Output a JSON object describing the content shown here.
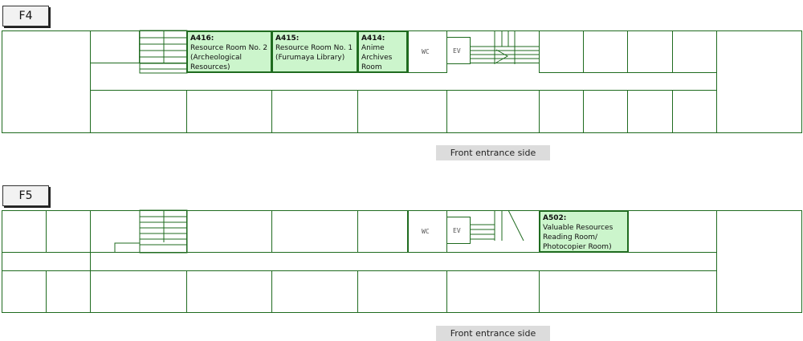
{
  "floors": [
    {
      "label": "F4",
      "wc": "WC",
      "ev": "EV",
      "entrance": "Front entrance side",
      "rooms": [
        {
          "code": "A416",
          "name": "Resource Room No. 2 (Archeological Resources)"
        },
        {
          "code": "A415",
          "name": "Resource Room No. 1 (Furumaya Library)"
        },
        {
          "code": "A414",
          "name": "Anime Archives Room"
        }
      ]
    },
    {
      "label": "F5",
      "wc": "WC",
      "ev": "EV",
      "entrance": "Front entrance side",
      "rooms": [
        {
          "code": "A502",
          "name": "Valuable Resources Reading Room/ Photocopier Room)"
        }
      ]
    }
  ],
  "colors": {
    "wall": "#1f6b1f",
    "highlight": "#ccf5cc"
  }
}
